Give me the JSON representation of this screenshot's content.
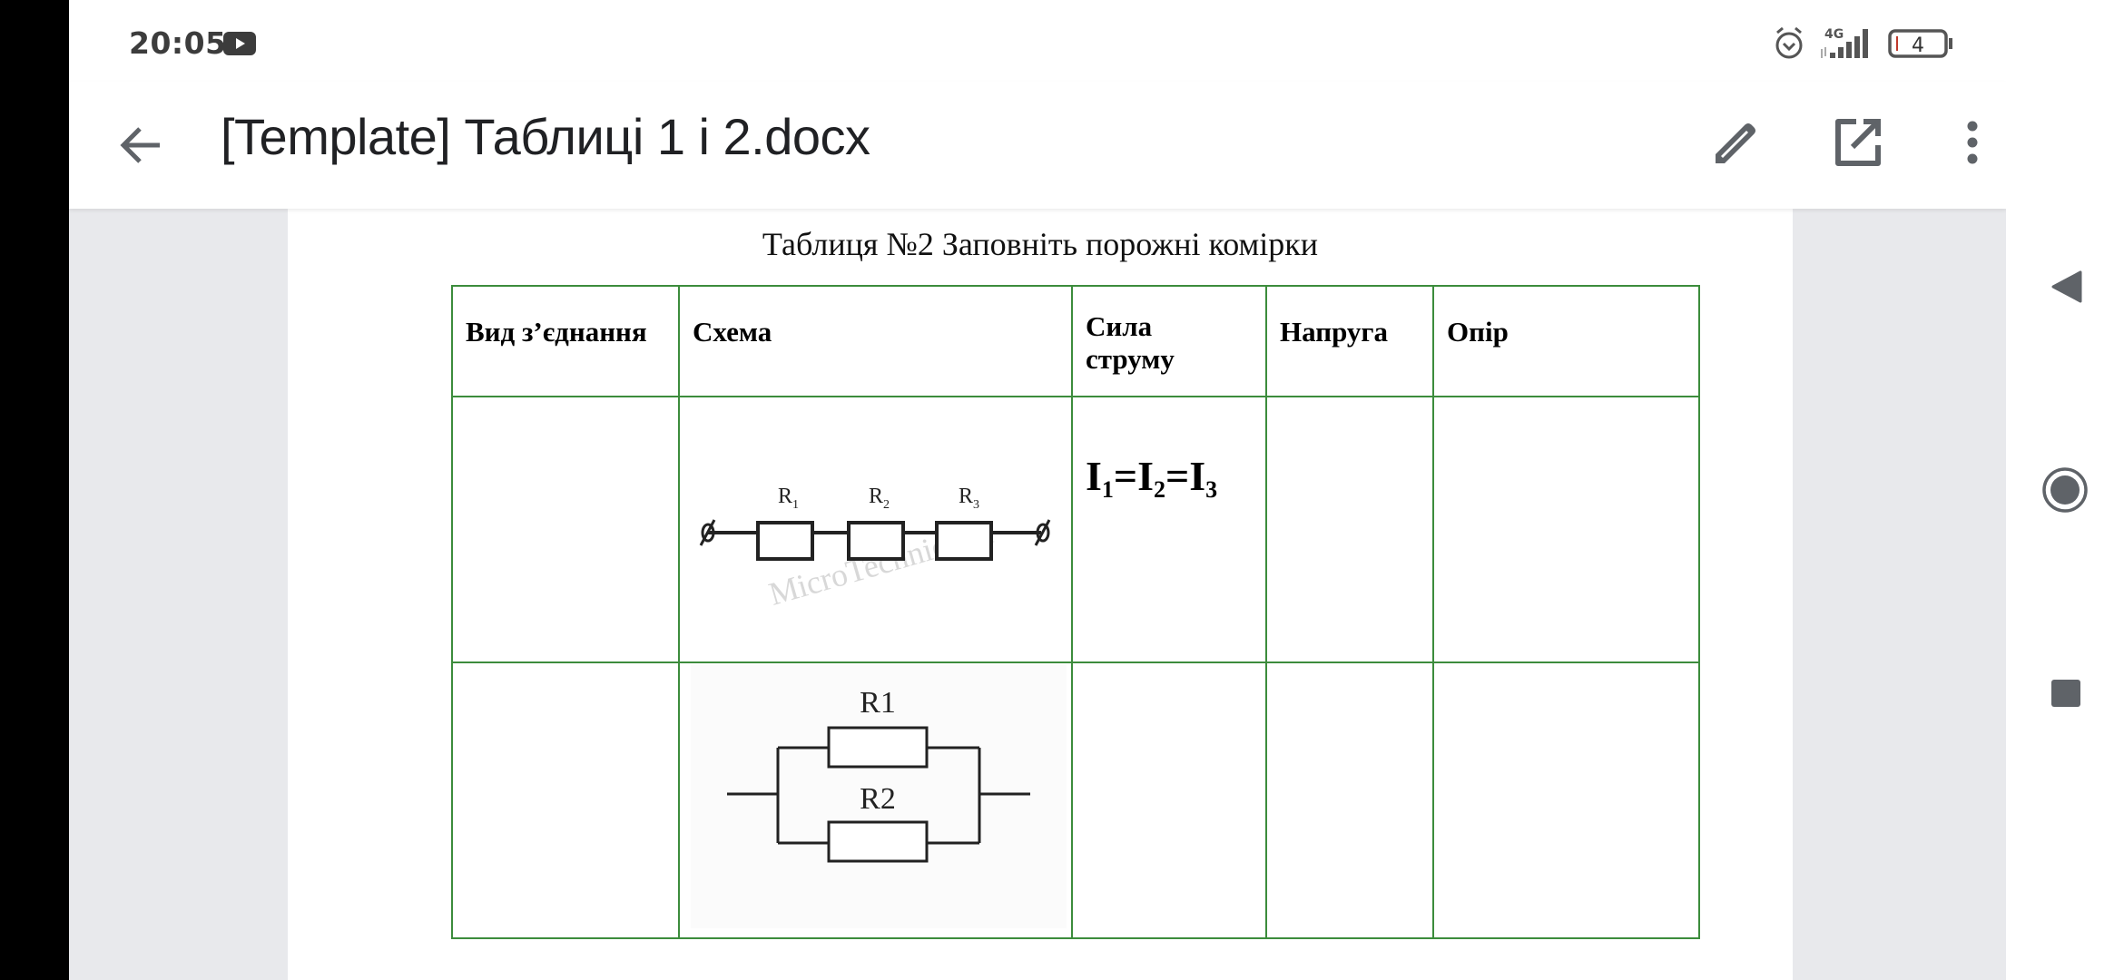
{
  "status_bar": {
    "time": "20:05",
    "network": "4G",
    "battery": "4",
    "icons": [
      "youtube-notification-icon",
      "alarm-icon",
      "signal-icon",
      "battery-icon"
    ]
  },
  "app_bar": {
    "title": "[Template] Таблиці 1 і 2.docx",
    "back_icon": "arrow-left-icon",
    "actions": [
      "edit-icon",
      "open-external-icon",
      "more-vert-icon"
    ]
  },
  "document": {
    "caption": "Таблиця №2 Заповніть порожні комірки",
    "table": {
      "headers": [
        "Вид з’єднання",
        "Схема",
        "Сила струму",
        "Напруга",
        "Опір"
      ],
      "rows": [
        {
          "connection": "",
          "schema": {
            "type": "series",
            "labels": [
              "R",
              "R",
              "R"
            ],
            "subscripts": [
              "1",
              "2",
              "3"
            ],
            "watermark": "MicroTechnics.ru"
          },
          "current": {
            "parts": [
              "I",
              "1",
              "=I",
              "2",
              "=I",
              "3"
            ]
          },
          "voltage": "",
          "resistance": ""
        },
        {
          "connection": "",
          "schema": {
            "type": "parallel",
            "labels": [
              "R1",
              "R2"
            ]
          },
          "current": "",
          "voltage": "",
          "resistance": ""
        }
      ]
    }
  },
  "colors": {
    "table_border": "#3c8c3c",
    "background": "#e8e9ec",
    "icon": "#5f6368"
  },
  "nav_bar": {
    "buttons": [
      "back-triangle-icon",
      "home-circle-icon",
      "recents-square-icon"
    ]
  }
}
